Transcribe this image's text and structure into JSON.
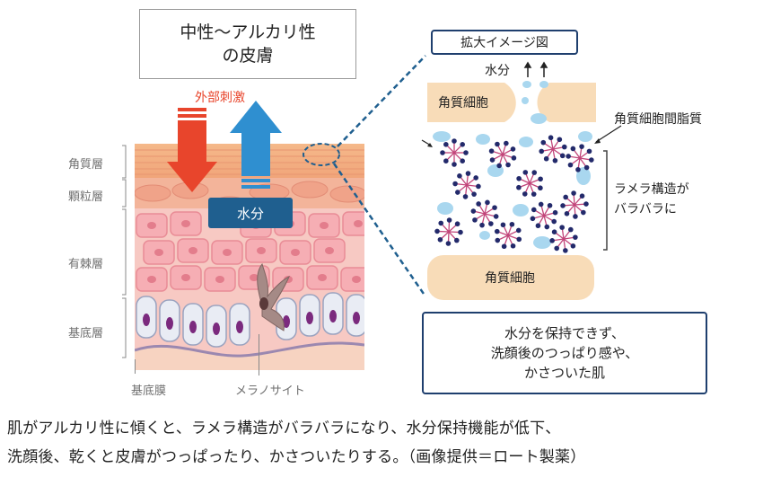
{
  "title": {
    "line1": "中性〜アルカリ性",
    "line2": "の皮膚"
  },
  "stimulus_label": "外部刺激",
  "water_label": "水分",
  "layers": [
    {
      "name": "角質層"
    },
    {
      "name": "顆粒層"
    },
    {
      "name": "有棘層"
    },
    {
      "name": "基底層"
    }
  ],
  "bottom_labels": {
    "basement_membrane": "基底膜",
    "melanocyte": "メラノサイト"
  },
  "zoom": {
    "title": "拡大イメージ図",
    "water": "水分",
    "corneocyte_top": "角質細胞",
    "intercellular_lipid": "角質細胞間脂質",
    "lamellar": {
      "line1": "ラメラ構造が",
      "line2": "バラバラに"
    },
    "corneocyte_bottom": "角質細胞"
  },
  "result": {
    "line1": "水分を保持できず、",
    "line2": "洗顔後のつっぱり感や、",
    "line3": "かさついた肌"
  },
  "caption": {
    "line1": "肌がアルカリ性に傾くと、ラメラ構造がバラバラになり、水分保持機能が低下、",
    "line2": "洗顔後、乾くと皮膚がつっぱったり、かさついたりする。（画像提供＝ロート製薬）"
  },
  "colors": {
    "stimulus_red": "#e8452c",
    "water_blue": "#2f8fd0",
    "navy": "#1f3f6e",
    "corneocyte": "#f8dcb8",
    "lipid_blue": "#a9d7ef"
  }
}
